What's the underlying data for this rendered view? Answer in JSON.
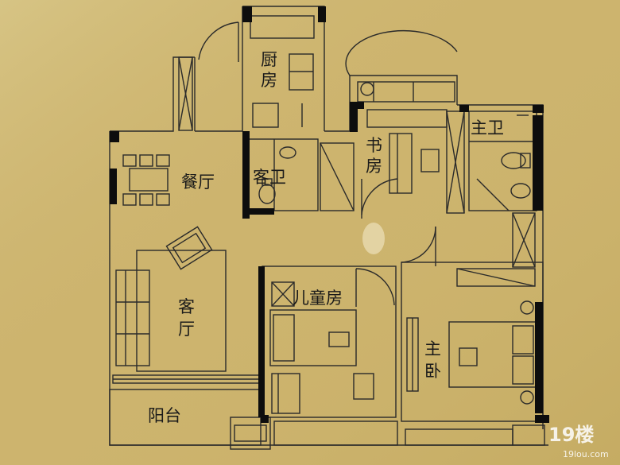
{
  "floor_plan": {
    "rooms": {
      "kitchen": [
        "厨",
        "房"
      ],
      "guest_bath": [
        "客卫"
      ],
      "dining": [
        "餐厅"
      ],
      "study": [
        "书",
        "房"
      ],
      "master_bath": [
        "主卫"
      ],
      "living": [
        "客",
        "厅"
      ],
      "kids_room": [
        "儿童房"
      ],
      "master_bedroom": [
        "主",
        "卧"
      ],
      "balcony": [
        "阳台"
      ]
    },
    "colors": {
      "background": "#cdb46e",
      "line": "#2a2a2a",
      "wall": "#0d0d0d",
      "text": "#1a1a1a"
    }
  },
  "watermark": {
    "logo": "19楼",
    "url": "19lou.com"
  }
}
